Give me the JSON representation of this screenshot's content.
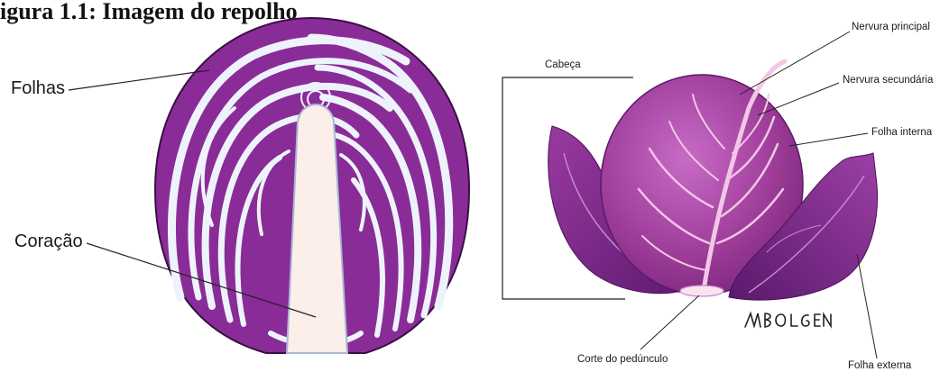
{
  "heading": "igura 1.1: Imagem do repolho",
  "cross_section": {
    "labels": {
      "leaves": "Folhas",
      "core": "Coração"
    }
  },
  "whole_head": {
    "labels": {
      "head": "Cabeça",
      "main_vein": "Nervura principal",
      "secondary_vein": "Nervura secundária",
      "inner_leaf": "Folha interna",
      "stem_cut": "Corte do pedúnculo",
      "outer_leaf": "Folha externa"
    },
    "signature": "MBOLGEN"
  },
  "colors": {
    "purple_dark": "#6b1f7a",
    "purple": "#8f2f99",
    "purple_light": "#b85fb8",
    "vein": "#f1c6e6",
    "core": "#fcefea"
  }
}
